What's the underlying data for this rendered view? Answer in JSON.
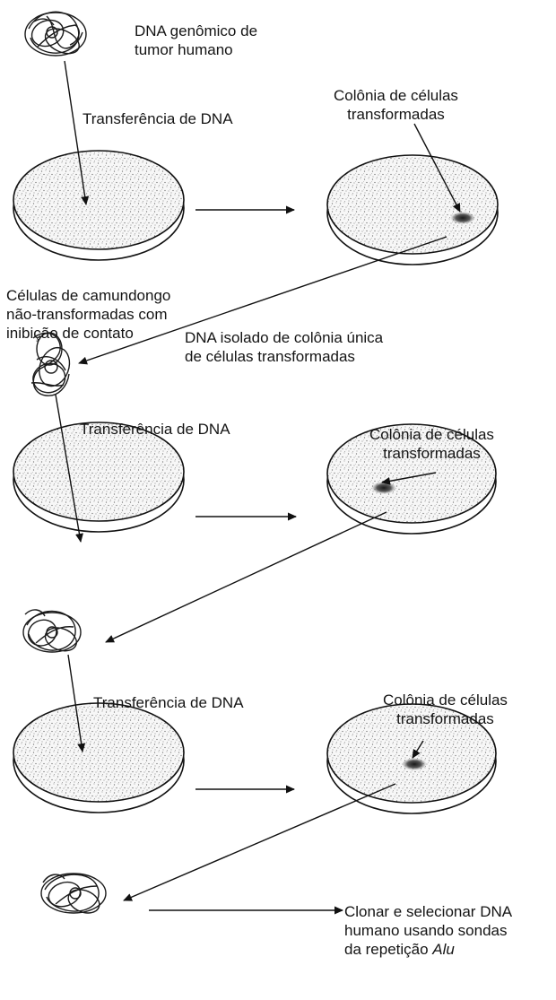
{
  "labels": {
    "genomic_dna": [
      "DNA genômico de",
      "tumor humano"
    ],
    "transfer_1": "Transferência de DNA",
    "colony_1": [
      "Colônia de células",
      "transformadas"
    ],
    "mouse_cells": [
      "Células de camundongo",
      "não-transformadas com",
      "inibição de contato"
    ],
    "isolated_dna": [
      "DNA isolado de colônia única",
      "de células transformadas"
    ],
    "transfer_2": "Transferência de DNA",
    "colony_2": [
      "Colônia de células",
      "transformadas"
    ],
    "transfer_3": "Transferência de DNA",
    "colony_3": [
      "Colônia de células",
      "transformadas"
    ],
    "final_step": {
      "line1": "Clonar e selecionar DNA",
      "line2": "humano usando sondas",
      "line3_prefix": "da repetição ",
      "line3_italic": "Alu"
    }
  }
}
